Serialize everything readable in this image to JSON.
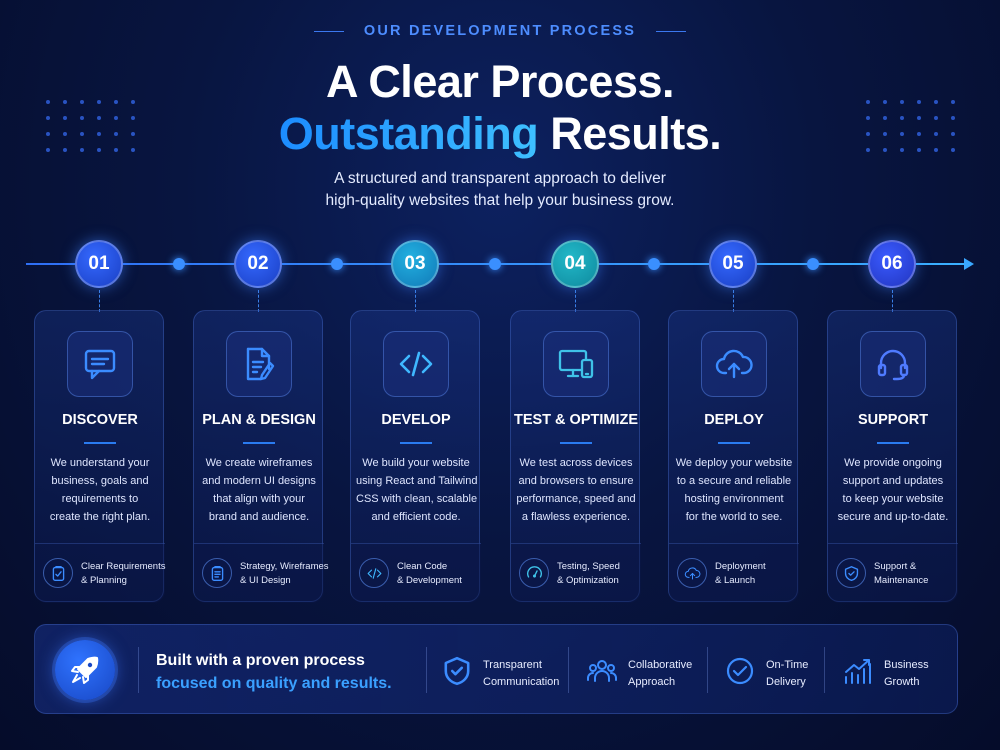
{
  "header": {
    "eyebrow": "OUR DEVELOPMENT PROCESS",
    "title_line1": "A Clear Process.",
    "title_line2_accent": "Outstanding",
    "title_line2_rest": " Results.",
    "subtitle_line1": "A structured and transparent approach to deliver",
    "subtitle_line2": "high-quality websites that help your business grow."
  },
  "colors": {
    "accent_blue": "#2f73ff",
    "accent_cyan": "#3ec0ff",
    "background": "#081540"
  },
  "steps": [
    {
      "number": "01",
      "title": "DISCOVER",
      "icon": "chat-icon",
      "desc": [
        "We understand your",
        "business, goals and",
        "requirements to",
        "create the right plan."
      ],
      "footer_icon": "clipboard-check-icon",
      "footer": [
        "Clear Requirements",
        "& Planning"
      ]
    },
    {
      "number": "02",
      "title": "PLAN & DESIGN",
      "icon": "document-edit-icon",
      "desc": [
        "We create wireframes",
        "and modern UI designs",
        "that align with your",
        "brand and audience."
      ],
      "footer_icon": "clipboard-list-icon",
      "footer": [
        "Strategy, Wireframes",
        "& UI Design"
      ]
    },
    {
      "number": "03",
      "title": "DEVELOP",
      "icon": "code-icon",
      "desc": [
        "We build your website",
        "using React and Tailwind",
        "CSS with clean, scalable",
        "and efficient code."
      ],
      "footer_icon": "code-icon",
      "footer": [
        "Clean Code",
        "& Development"
      ]
    },
    {
      "number": "04",
      "title": "TEST & OPTIMIZE",
      "icon": "devices-icon",
      "desc": [
        "We test across devices",
        "and browsers to ensure",
        "performance, speed and",
        "a flawless experience."
      ],
      "footer_icon": "speedometer-icon",
      "footer": [
        "Testing, Speed",
        "& Optimization"
      ]
    },
    {
      "number": "05",
      "title": "DEPLOY",
      "icon": "cloud-upload-icon",
      "desc": [
        "We deploy your website",
        "to a secure and reliable",
        "hosting environment",
        "for the world to see."
      ],
      "footer_icon": "cloud-upload-icon",
      "footer": [
        "Deployment",
        "& Launch"
      ]
    },
    {
      "number": "06",
      "title": "SUPPORT",
      "icon": "headset-icon",
      "desc": [
        "We provide ongoing",
        "support and updates",
        "to keep your website",
        "secure and up-to-date."
      ],
      "footer_icon": "shield-check-icon",
      "footer": [
        "Support &",
        "Maintenance"
      ]
    }
  ],
  "banner": {
    "icon": "rocket-icon",
    "line1": "Built with a proven process",
    "line2": "focused on quality and results.",
    "features": [
      {
        "icon": "shield-check-icon",
        "lines": [
          "Transparent",
          "Communication"
        ]
      },
      {
        "icon": "users-icon",
        "lines": [
          "Collaborative",
          "Approach"
        ]
      },
      {
        "icon": "check-circle-icon",
        "lines": [
          "On-Time",
          "Delivery"
        ]
      },
      {
        "icon": "growth-chart-icon",
        "lines": [
          "Business",
          "Growth"
        ]
      }
    ]
  }
}
